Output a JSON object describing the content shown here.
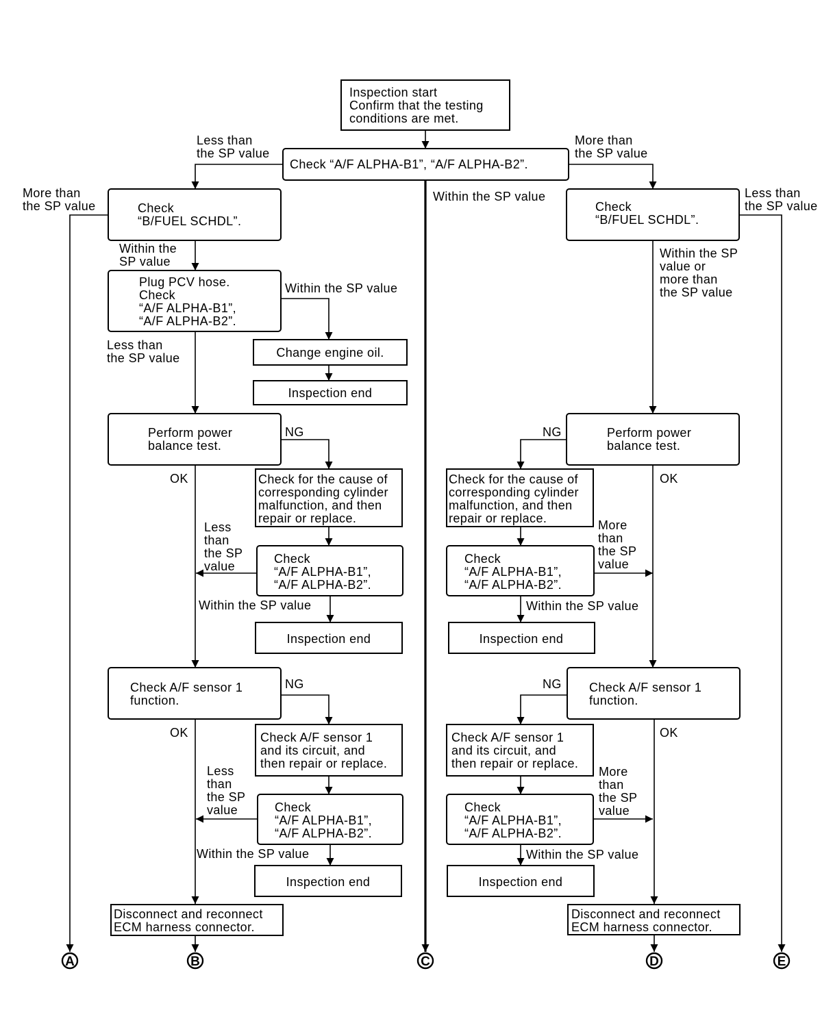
{
  "boxes": {
    "start": [
      "Inspection start",
      "Confirm that the testing",
      "conditions are met."
    ],
    "check_alpha": [
      "Check “A/F ALPHA-B1”, “A/F ALPHA-B2”."
    ],
    "left_fuel": [
      "Check",
      "“B/FUEL SCHDL”."
    ],
    "right_fuel": [
      "Check",
      "“B/FUEL SCHDL”."
    ],
    "pcv": [
      "Plug PCV hose.",
      "Check",
      "“A/F ALPHA-B1”,",
      "“A/F ALPHA-B2”."
    ],
    "oil": [
      "Change engine oil."
    ],
    "end1": [
      "Inspection end"
    ],
    "left_power": [
      "Perform power",
      "balance test."
    ],
    "right_power": [
      "Perform power",
      "balance test."
    ],
    "left_cause": [
      "Check for the cause of",
      "corresponding cylinder",
      "malfunction, and then",
      "repair or replace."
    ],
    "right_cause": [
      "Check for the cause of",
      "corresponding cylinder",
      "malfunction, and then",
      "repair or replace."
    ],
    "left_check2": [
      "Check",
      "“A/F ALPHA-B1”,",
      "“A/F ALPHA-B2”."
    ],
    "right_check2": [
      "Check",
      "“A/F ALPHA-B1”,",
      "“A/F ALPHA-B2”."
    ],
    "left_end2": [
      "Inspection end"
    ],
    "right_end2": [
      "Inspection end"
    ],
    "left_sensor": [
      "Check A/F sensor 1",
      "function."
    ],
    "right_sensor": [
      "Check A/F sensor 1",
      "function."
    ],
    "left_sensor_circuit": [
      "Check A/F sensor 1",
      "and its circuit, and",
      "then repair or replace."
    ],
    "right_sensor_circuit": [
      "Check A/F sensor 1",
      "and its circuit, and",
      "then repair or replace."
    ],
    "left_check3": [
      "Check",
      "“A/F ALPHA-B1”,",
      "“A/F ALPHA-B2”."
    ],
    "right_check3": [
      "Check",
      "“A/F ALPHA-B1”,",
      "“A/F ALPHA-B2”."
    ],
    "left_end3": [
      "Inspection end"
    ],
    "right_end3": [
      "Inspection end"
    ],
    "left_ecm": [
      "Disconnect and reconnect",
      "ECM harness connector."
    ],
    "right_ecm": [
      "Disconnect and reconnect",
      "ECM harness connector."
    ]
  },
  "labels": {
    "less_top": [
      "Less than",
      "the SP value"
    ],
    "more_top": [
      "More than",
      "the SP value"
    ],
    "within_center": [
      "Within the SP value"
    ],
    "more_far_left": [
      "More than",
      "the SP value"
    ],
    "less_far_right": [
      "Less than",
      "the SP value"
    ],
    "within_left_fuel": [
      "Within the",
      "SP value"
    ],
    "within_right_fuel": [
      "Within the SP",
      "value or",
      "more than",
      "the SP value"
    ],
    "within_pcv": [
      "Within the SP value"
    ],
    "less_pcv": [
      "Less than",
      "the SP value"
    ],
    "ng_left1": [
      "NG"
    ],
    "ng_right1": [
      "NG"
    ],
    "ok_left1": [
      "OK"
    ],
    "ok_right1": [
      "OK"
    ],
    "less_left2": [
      "Less",
      "than",
      "the SP",
      "value"
    ],
    "more_right2": [
      "More",
      "than",
      "the SP",
      "value"
    ],
    "within_left2": [
      "Within the SP value"
    ],
    "within_right2": [
      "Within the SP value"
    ],
    "ng_left2": [
      "NG"
    ],
    "ng_right2": [
      "NG"
    ],
    "ok_left2": [
      "OK"
    ],
    "ok_right2": [
      "OK"
    ],
    "less_left3": [
      "Less",
      "than",
      "the SP",
      "value"
    ],
    "more_right3": [
      "More",
      "than",
      "the SP",
      "value"
    ],
    "within_left3": [
      "Within the SP value"
    ],
    "within_right3": [
      "Within the SP value"
    ]
  },
  "terminals": {
    "A": "A",
    "B": "B",
    "C": "C",
    "D": "D",
    "E": "E"
  }
}
